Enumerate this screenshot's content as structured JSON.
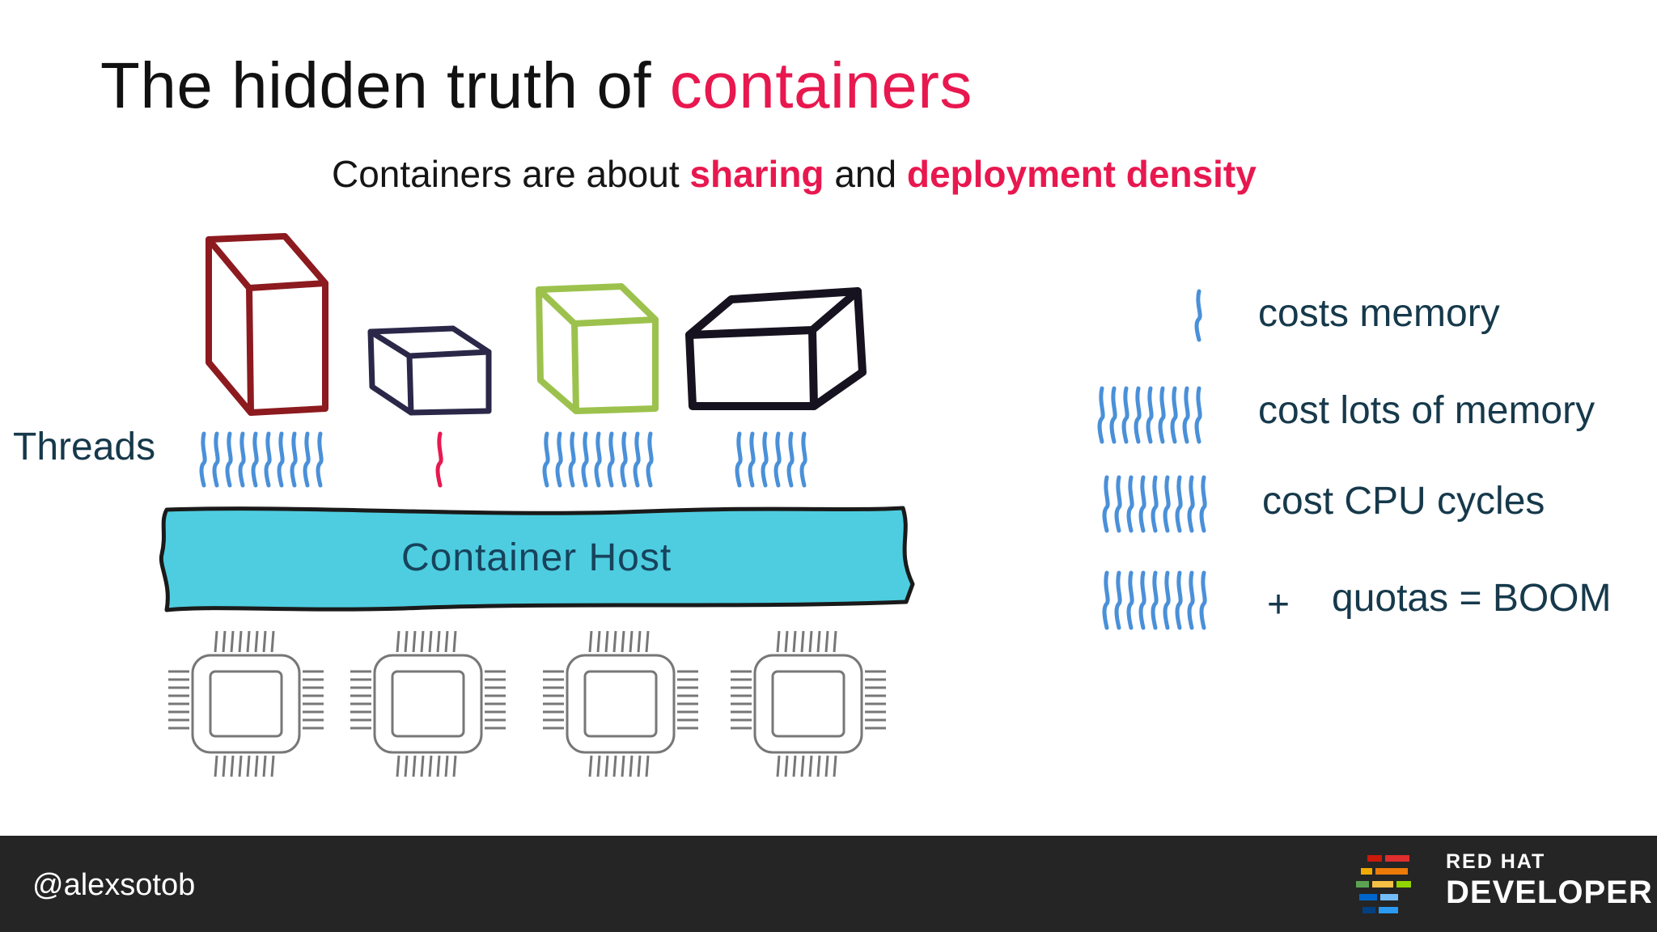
{
  "slide": {
    "title_prefix": "The hidden truth of ",
    "title_accent": "containers",
    "subtitle_part1": "Containers are about ",
    "subtitle_hl1": "sharing",
    "subtitle_part2": " and ",
    "subtitle_hl2": "deployment density"
  },
  "diagram": {
    "threads_label": "Threads",
    "host_label": "Container Host",
    "containers": [
      {
        "color": "#8c1a1f",
        "thread_count": 10,
        "thread_color": "#4a90d9"
      },
      {
        "color": "#2a2748",
        "thread_count": 1,
        "thread_color": "#e8184f"
      },
      {
        "color": "#9cc24d",
        "thread_count": 9,
        "thread_color": "#4a90d9"
      },
      {
        "color": "#16121f",
        "thread_count": 6,
        "thread_color": "#4a90d9"
      }
    ],
    "cpu_count": 4,
    "host_color": "#4ecde0"
  },
  "legend": [
    {
      "text": "costs memory"
    },
    {
      "text": "cost lots of memory"
    },
    {
      "text": "cost CPU cycles"
    },
    {
      "text": "quotas = BOOM",
      "prefix": "+"
    }
  ],
  "footer": {
    "handle": "@alexsotob",
    "brand_top": "RED HAT",
    "brand_bottom": "DEVELOPER"
  },
  "colors": {
    "accent": "#e8184f",
    "thread": "#4a90d9",
    "footer_bg": "#252525"
  }
}
